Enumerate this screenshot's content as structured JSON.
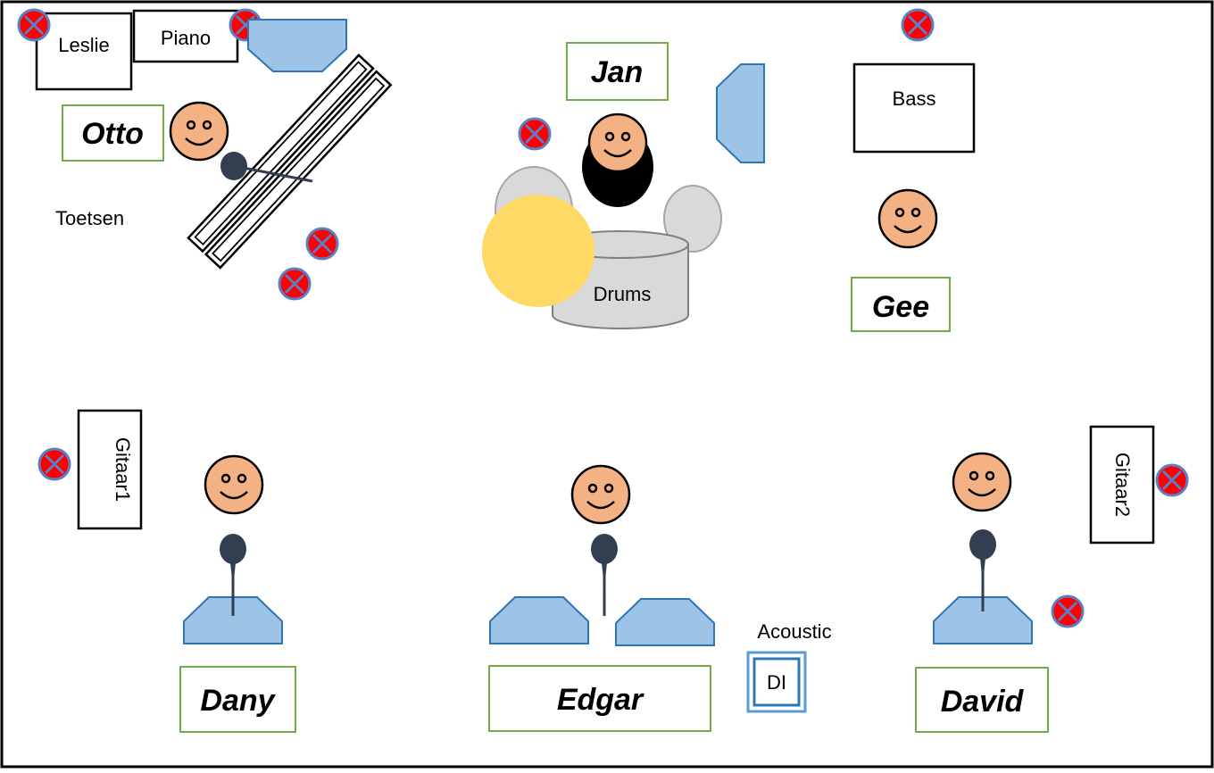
{
  "diagram": {
    "labels": {
      "leslie": "Leslie",
      "piano": "Piano",
      "toetsen": "Toetsen",
      "bass": "Bass",
      "drums": "Drums",
      "gitaar1": "Gitaar1",
      "gitaar2": "Gitaar2",
      "acoustic": "Acoustic",
      "di": "DI"
    },
    "musicians": {
      "otto": "Otto",
      "jan": "Jan",
      "gee": "Gee",
      "dany": "Dany",
      "edgar": "Edgar",
      "david": "David"
    },
    "colors": {
      "face": "#f4b183",
      "monitor": "#9dc3e6",
      "monitor_stroke": "#2e75b6",
      "name_border": "#70ad47",
      "power": "#ff0000",
      "power_ring": "#5b7fc7",
      "mic": "#333f50",
      "cymbal": "#ffd966",
      "drum": "#d9d9d9"
    }
  }
}
